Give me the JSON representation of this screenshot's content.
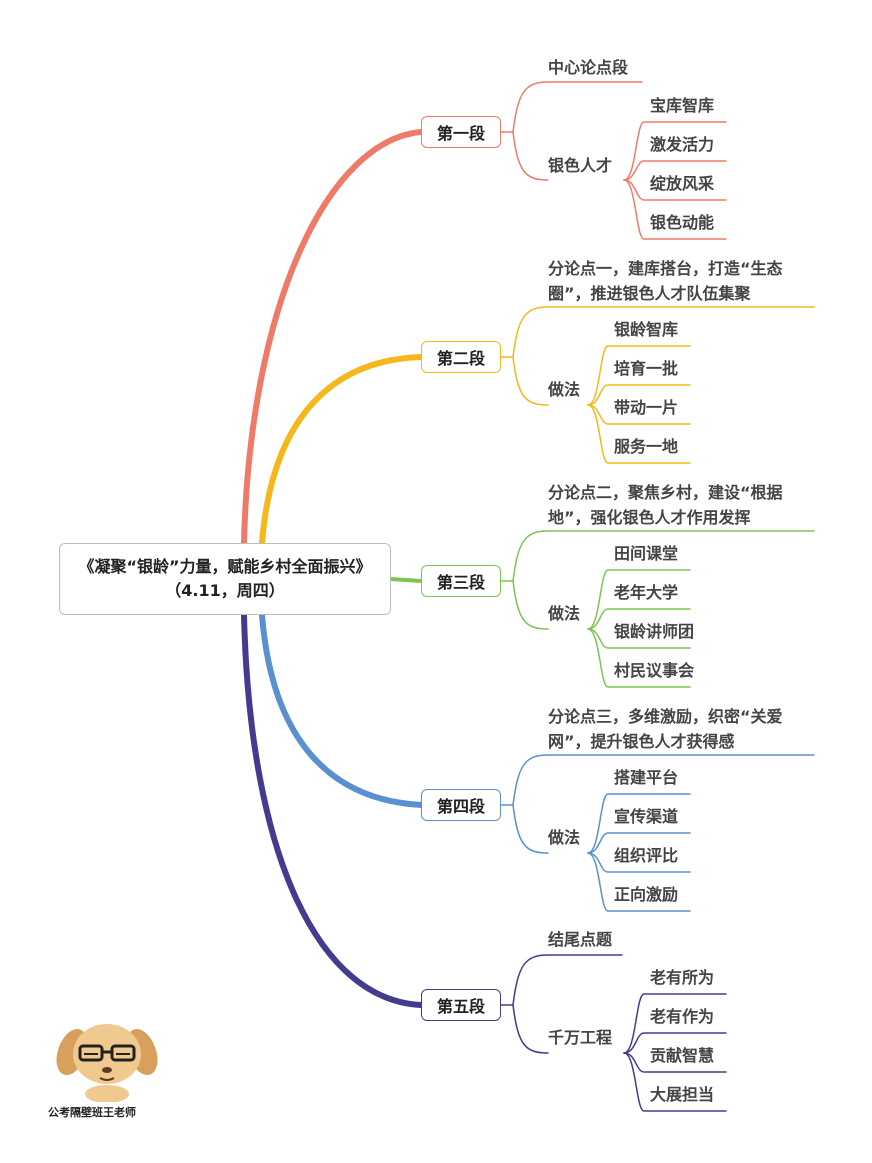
{
  "root": {
    "title": "《凝聚“银龄”力量，赋能乡村全面振兴》（4.11，周四）"
  },
  "colors": {
    "s1": "#f07a68",
    "s2": "#f4b81c",
    "s3": "#7bc553",
    "s4": "#5b90cf",
    "s5": "#433b8e"
  },
  "sections": [
    {
      "label": "第一段",
      "point": "中心论点段",
      "sub": "银色人才",
      "items": [
        "宝库智库",
        "激发活力",
        "绽放风采",
        "银色动能"
      ]
    },
    {
      "label": "第二段",
      "point": "分论点一，建库搭台，打造“生态圈”，推进银色人才队伍集聚",
      "sub": "做法",
      "items": [
        "银龄智库",
        "培育一批",
        "带动一片",
        "服务一地"
      ]
    },
    {
      "label": "第三段",
      "point": "分论点二，聚焦乡村，建设“根据地”，强化银色人才作用发挥",
      "sub": "做法",
      "items": [
        "田间课堂",
        "老年大学",
        "银龄讲师团",
        "村民议事会"
      ]
    },
    {
      "label": "第四段",
      "point": "分论点三，多维激励，织密“关爱网”，提升银色人才获得感",
      "sub": "做法",
      "items": [
        "搭建平台",
        "宣传渠道",
        "组织评比",
        "正向激励"
      ]
    },
    {
      "label": "第五段",
      "point": "结尾点题",
      "sub": "千万工程",
      "items": [
        "老有所为",
        "老有作为",
        "贡献智慧",
        "大展担当"
      ]
    }
  ],
  "watermark": "公考隔壁班王老师"
}
